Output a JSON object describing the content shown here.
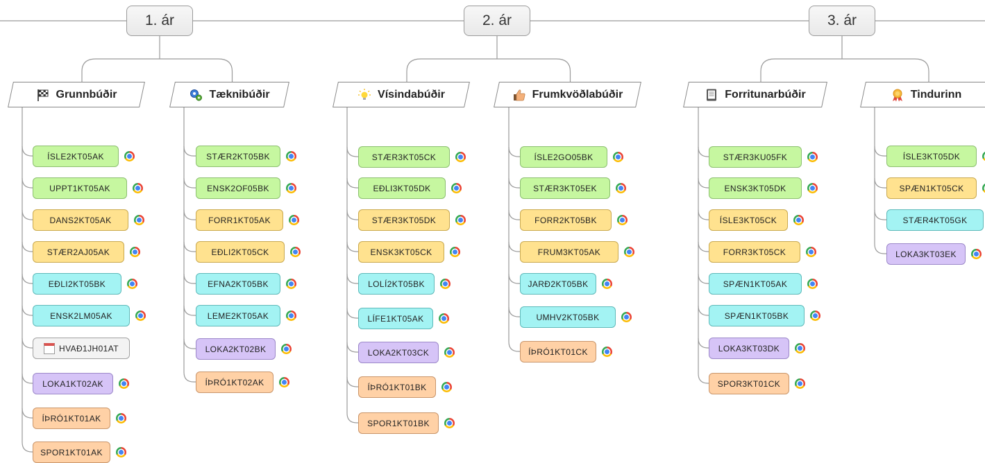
{
  "years": [
    {
      "label": "1. ár",
      "camps": [
        {
          "name": "Grunnbúðir",
          "icon": "checkered-flag-icon",
          "courses": [
            {
              "code": "ÍSLE2KT05AK",
              "color": "green",
              "link": true
            },
            {
              "code": "UPPT1KT05AK",
              "color": "green",
              "link": true
            },
            {
              "code": "DANS2KT05AK",
              "color": "yellow",
              "link": true
            },
            {
              "code": "STÆR2AJ05AK",
              "color": "yellow",
              "link": true
            },
            {
              "code": "EÐLI2KT05BK",
              "color": "cyan",
              "link": true
            },
            {
              "code": "ENSK2LM05AK",
              "color": "cyan",
              "link": true
            },
            {
              "code": "HVAÐ1JH01AT",
              "color": "gray",
              "link": false,
              "icon": "calendar-icon"
            },
            {
              "code": "LOKA1KT02AK",
              "color": "purple",
              "link": true
            },
            {
              "code": "ÍÞRÓ1KT01AK",
              "color": "orange",
              "link": true
            },
            {
              "code": "SPOR1KT01AK",
              "color": "orange",
              "link": true
            }
          ]
        },
        {
          "name": "Tæknibúðir",
          "icon": "gears-icon",
          "courses": [
            {
              "code": "STÆR2KT05BK",
              "color": "green",
              "link": true
            },
            {
              "code": "ENSK2OF05BK",
              "color": "green",
              "link": true
            },
            {
              "code": "FORR1KT05AK",
              "color": "yellow",
              "link": true
            },
            {
              "code": "EÐLI2KT05CK",
              "color": "yellow",
              "link": true
            },
            {
              "code": "EFNA2KT05BK",
              "color": "cyan",
              "link": true
            },
            {
              "code": "LEME2KT05AK",
              "color": "cyan",
              "link": true
            },
            {
              "code": "LOKA2KT02BK",
              "color": "purple",
              "link": true
            },
            {
              "code": "ÍÞRÓ1KT02AK",
              "color": "orange",
              "link": true
            }
          ]
        }
      ]
    },
    {
      "label": "2. ár",
      "camps": [
        {
          "name": "Vísindabúðir",
          "icon": "lightbulb-icon",
          "courses": [
            {
              "code": "STÆR3KT05CK",
              "color": "green",
              "link": true
            },
            {
              "code": "EÐLI3KT05DK",
              "color": "green",
              "link": true
            },
            {
              "code": "STÆR3KT05DK",
              "color": "yellow",
              "link": true
            },
            {
              "code": "ENSK3KT05CK",
              "color": "yellow",
              "link": true
            },
            {
              "code": "LOLÍ2KT05BK",
              "color": "cyan",
              "link": true
            },
            {
              "code": "LÍFE1KT05AK",
              "color": "cyan",
              "link": true
            },
            {
              "code": "LOKA2KT03CK",
              "color": "purple",
              "link": true
            },
            {
              "code": "ÍÞRÓ1KT01BK",
              "color": "orange",
              "link": true
            },
            {
              "code": "SPOR1KT01BK",
              "color": "orange",
              "link": true
            }
          ]
        },
        {
          "name": "Frumkvöðlabúðir",
          "icon": "thumbs-up-icon",
          "courses": [
            {
              "code": "ÍSLE2GO05BK",
              "color": "green",
              "link": true
            },
            {
              "code": "STÆR3KT05EK",
              "color": "green",
              "link": true
            },
            {
              "code": "FORR2KT05BK",
              "color": "yellow",
              "link": true
            },
            {
              "code": "FRUM3KT05AK",
              "color": "yellow",
              "link": true
            },
            {
              "code": "JARÐ2KT05BK",
              "color": "cyan",
              "link": true
            },
            {
              "code": "UMHV2KT05BK",
              "color": "cyan",
              "link": true
            },
            {
              "code": "ÍÞRÓ1KT01CK",
              "color": "orange",
              "link": true
            }
          ]
        }
      ]
    },
    {
      "label": "3. ár",
      "camps": [
        {
          "name": "Forritunarbúðir",
          "icon": "notebook-icon",
          "courses": [
            {
              "code": "STÆR3KU05FK",
              "color": "green",
              "link": true
            },
            {
              "code": "ENSK3KT05DK",
              "color": "green",
              "link": true
            },
            {
              "code": "ÍSLE3KT05CK",
              "color": "yellow",
              "link": true
            },
            {
              "code": "FORR3KT05CK",
              "color": "yellow",
              "link": true
            },
            {
              "code": "SPÆN1KT05AK",
              "color": "cyan",
              "link": true
            },
            {
              "code": "SPÆN1KT05BK",
              "color": "cyan",
              "link": true
            },
            {
              "code": "LOKA3KT03DK",
              "color": "purple",
              "link": true
            },
            {
              "code": "SPOR3KT01CK",
              "color": "orange",
              "link": true
            }
          ]
        },
        {
          "name": "Tindurinn",
          "icon": "award-ribbon-icon",
          "courses": [
            {
              "code": "ÍSLE3KT05DK",
              "color": "green",
              "link": true
            },
            {
              "code": "SPÆN1KT05CK",
              "color": "yellow",
              "link": true
            },
            {
              "code": "STÆR4KT05GK",
              "color": "cyan",
              "link": true
            },
            {
              "code": "LOKA3KT03EK",
              "color": "purple",
              "link": true
            }
          ]
        }
      ]
    }
  ],
  "colors": {
    "green": "#c6f7a0",
    "yellow": "#ffe28f",
    "cyan": "#a3f3f3",
    "purple": "#d6c4f7",
    "orange": "#ffd1a6",
    "gray": "#f3f3f3"
  }
}
